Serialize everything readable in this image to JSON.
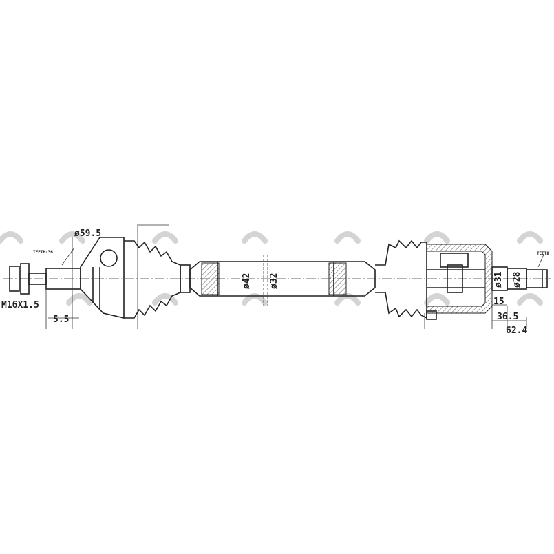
{
  "drawing": {
    "left_joint": {
      "thread": "M16X1.5",
      "spline_label": "TEETH-36",
      "boot_diameter": "ø59.5",
      "offset": "5.5"
    },
    "shaft": {
      "outer_diameter": "ø42",
      "inner_diameter": "ø32"
    },
    "right_joint": {
      "diameter_1": "ø31",
      "diameter_2": "ø28",
      "spline_label": "TEETH",
      "dim_1": "15",
      "dim_2": "36.5",
      "dim_3": "62.4"
    }
  }
}
